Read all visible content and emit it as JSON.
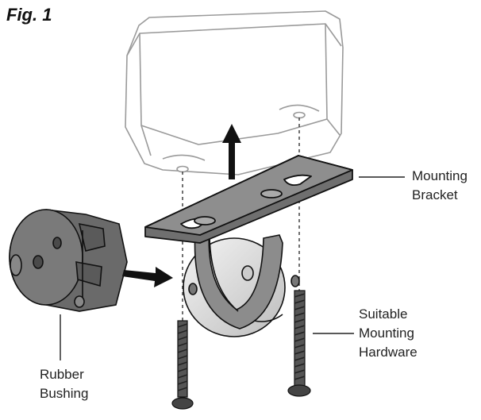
{
  "figure": {
    "title": "Fig. 1"
  },
  "callouts": {
    "mounting_bracket": [
      "Mounting",
      "Bracket"
    ],
    "mounting_hardware": [
      "Suitable",
      "Mounting",
      "Hardware"
    ],
    "rubber_bushing": [
      "Rubber",
      "Bushing"
    ]
  },
  "colors": {
    "housing_stroke": "#9a9a9a",
    "bracket_fill": "#8a8a8a",
    "bushing_fill": "#6f6f6f",
    "ink": "#111111",
    "label": "#222222"
  },
  "icons": [
    "up-arrow-icon",
    "right-arrow-icon"
  ]
}
